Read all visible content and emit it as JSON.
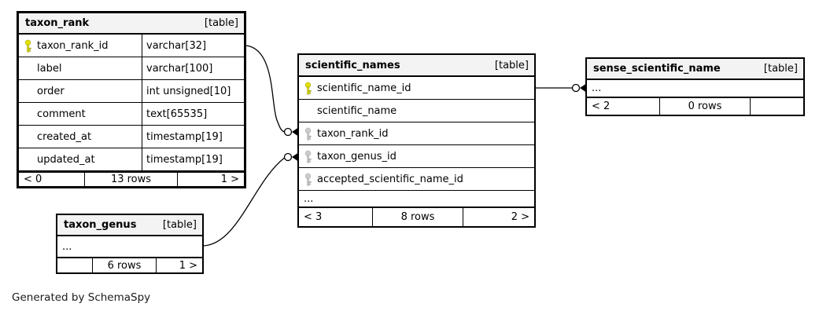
{
  "generated_by": "Generated by SchemaSpy",
  "colors": {
    "primary_key": "#e3e300",
    "foreign_key": "#cccccc",
    "header_bg": "#f3f3f3"
  },
  "tables": {
    "taxon_rank": {
      "title": "taxon_rank",
      "badge": "[table]",
      "columns": [
        {
          "name": "taxon_rank_id",
          "type": "varchar[32]",
          "key": "primary"
        },
        {
          "name": "label",
          "type": "varchar[100]",
          "key": "none"
        },
        {
          "name": "order",
          "type": "int unsigned[10]",
          "key": "none"
        },
        {
          "name": "comment",
          "type": "text[65535]",
          "key": "none"
        },
        {
          "name": "created_at",
          "type": "timestamp[19]",
          "key": "none"
        },
        {
          "name": "updated_at",
          "type": "timestamp[19]",
          "key": "none"
        }
      ],
      "pager": {
        "prev": "< 0",
        "count": "13 rows",
        "next": "1 >"
      }
    },
    "scientific_names": {
      "title": "scientific_names",
      "badge": "[table]",
      "columns": [
        {
          "name": "scientific_name_id",
          "key": "primary"
        },
        {
          "name": "scientific_name",
          "key": "none"
        },
        {
          "name": "taxon_rank_id",
          "key": "foreign"
        },
        {
          "name": "taxon_genus_id",
          "key": "foreign"
        },
        {
          "name": "accepted_scientific_name_id",
          "key": "foreign"
        }
      ],
      "ellipsis": "...",
      "pager": {
        "prev": "< 3",
        "count": "8 rows",
        "next": "2 >"
      }
    },
    "sense_scientific_name": {
      "title": "sense_scientific_name",
      "badge": "[table]",
      "ellipsis": "...",
      "pager": {
        "prev": "< 2",
        "count": "0 rows",
        "next": ""
      }
    },
    "taxon_genus": {
      "title": "taxon_genus",
      "badge": "[table]",
      "ellipsis": "...",
      "pager": {
        "prev": "",
        "count": "6 rows",
        "next": "1 >"
      }
    }
  },
  "relationships": [
    {
      "from": "taxon_rank.taxon_rank_id",
      "to": "scientific_names.taxon_rank_id"
    },
    {
      "from": "taxon_genus",
      "to": "scientific_names.taxon_genus_id"
    },
    {
      "from": "scientific_names.scientific_name_id",
      "to": "sense_scientific_name"
    }
  ]
}
